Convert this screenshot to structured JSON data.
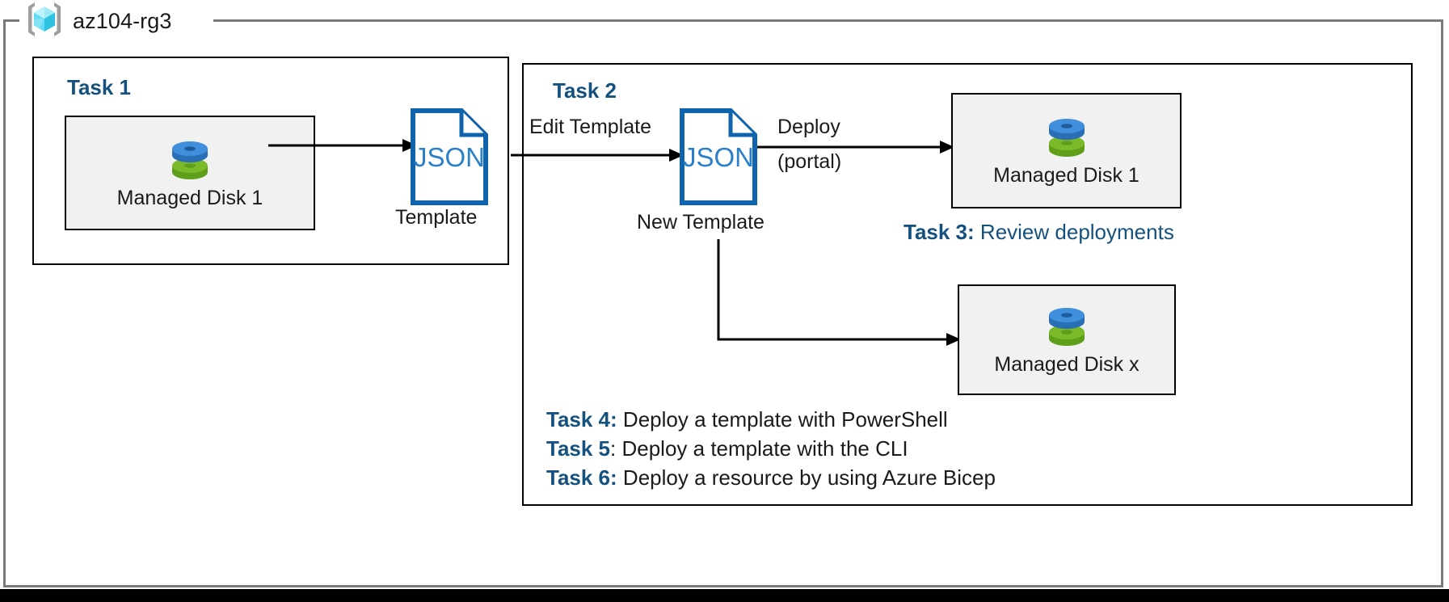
{
  "resource_group": {
    "name": "az104-rg3",
    "icon": "azure-resource-group-cube-icon"
  },
  "task1": {
    "heading": "Task 1",
    "resource": {
      "label": "Managed Disk 1",
      "icon": "managed-disk-icon"
    },
    "template": {
      "doc_text": "JSON",
      "caption": "Template",
      "icon": "json-document-icon"
    }
  },
  "task2": {
    "heading": "Task 2",
    "edit_label": "Edit Template",
    "new_template": {
      "doc_text": "JSON",
      "caption": "New Template",
      "icon": "json-document-icon"
    },
    "deploy_label_top": "Deploy",
    "deploy_label_bottom": "(portal)",
    "deployed_resource_1": {
      "label": "Managed Disk 1",
      "icon": "managed-disk-icon"
    },
    "deployed_resource_x": {
      "label": "Managed Disk x",
      "icon": "managed-disk-icon"
    }
  },
  "task3": {
    "key": "Task 3",
    "separator": ":",
    "description": "Review deployments"
  },
  "task_list": [
    {
      "key": "Task 4",
      "separator": ":",
      "separator_color": "blue",
      "description": "Deploy a template with PowerShell"
    },
    {
      "key": "Task 5",
      "separator": ":",
      "separator_color": "black",
      "description": "Deploy a template with the CLI"
    },
    {
      "key": "Task 6",
      "separator": ":",
      "separator_color": "blue",
      "description": "Deploy a resource by using Azure Bicep"
    }
  ],
  "colors": {
    "accent_blue": "#14517e",
    "json_blue": "#1064ab",
    "frame_gray": "#7a7a7a",
    "box_fill": "#f1f1f1",
    "disk_blue": "#3f8fdc",
    "disk_green": "#7ab929",
    "cube_cyan": "#52d6f2"
  }
}
